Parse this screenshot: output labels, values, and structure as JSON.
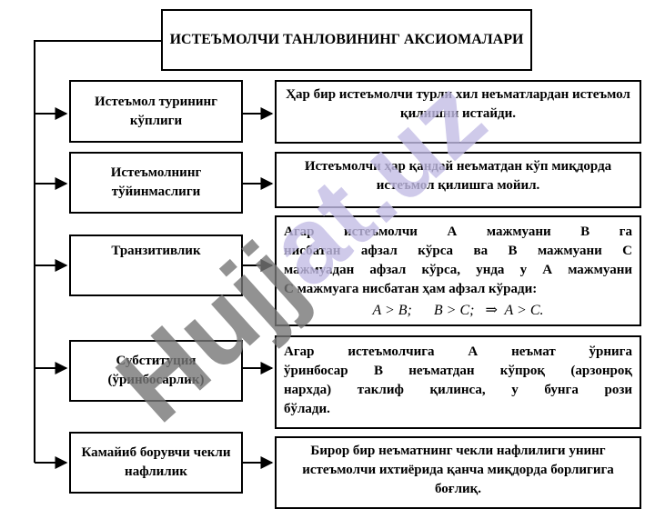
{
  "title": "ИСТЕЪМОЛЧИ ТАНЛОВИНИНГ АКСИОМАЛАРИ",
  "axioms": [
    {
      "name": "Истеъмол турининг кўплиги",
      "description": "Ҳар бир истеъмолчи турли хил неъматлардан истеъмол қилишни истайди."
    },
    {
      "name": "Истеъмолнинг тўйинмаслиги",
      "description": "Истеъмолчи ҳар қандай неъматдан кўп миқдорда истеъмол қилишга мойил."
    },
    {
      "name": "Транзитивлик",
      "description_lines": [
        "Агар истеъмолчи А мажмуани В га",
        "нисбатан афзал кўрса ва В мажмуани С",
        "мажмуадан афзал кўрса, унда у А мажмуани",
        "С мажмуага нисбатан ҳам афзал кўради:"
      ],
      "formula": "A > B;      B > C;   ⇒  A > C."
    },
    {
      "name": "Субституция (ўринбосарлик)",
      "description_lines": [
        "Агар истеъмолчига А неъмат ўрнига",
        "ўринбосар В неъматдан кўпроқ (арзонроқ",
        "нархда) таклиф қилинса, у бунга рози",
        "бўлади."
      ]
    },
    {
      "name": "Камайиб борувчи чекли нафлилик",
      "description": "Бирор бир неъматнинг чекли нафлилиги унинг истеъмолчи ихтиёрида қанча миқдорда борлигига боғлиқ."
    }
  ],
  "watermark": "Hujjat.uz",
  "colors": {
    "line": "#000000",
    "watermark_dark": "#777777",
    "watermark_light": "#c4bde6"
  }
}
